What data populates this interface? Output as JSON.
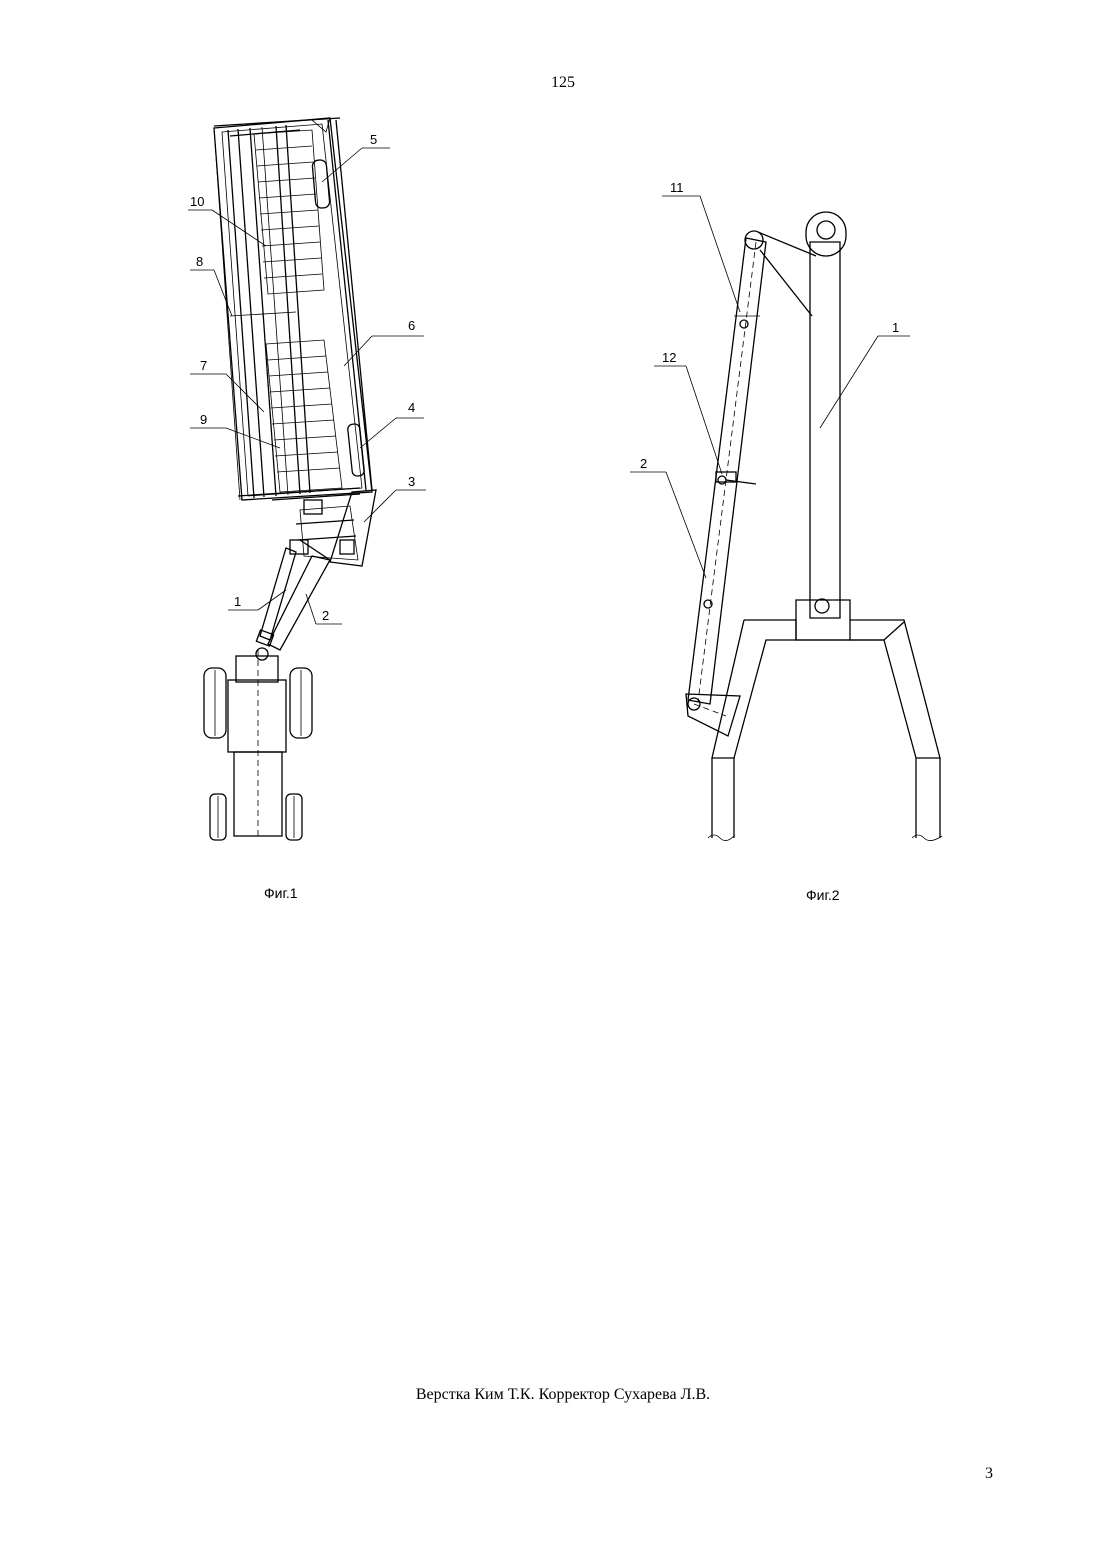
{
  "header": {
    "page_number": "125"
  },
  "figure1": {
    "caption": "Фиг.1",
    "labels": [
      "1",
      "2",
      "3",
      "4",
      "5",
      "6",
      "7",
      "8",
      "9",
      "10"
    ]
  },
  "figure2": {
    "caption": "Фиг.2",
    "labels": [
      "1",
      "2",
      "11",
      "12"
    ]
  },
  "footer": {
    "credits": "Верстка Ким Т.К. Корректор Сухарева Л.В.",
    "page_number": "3"
  }
}
